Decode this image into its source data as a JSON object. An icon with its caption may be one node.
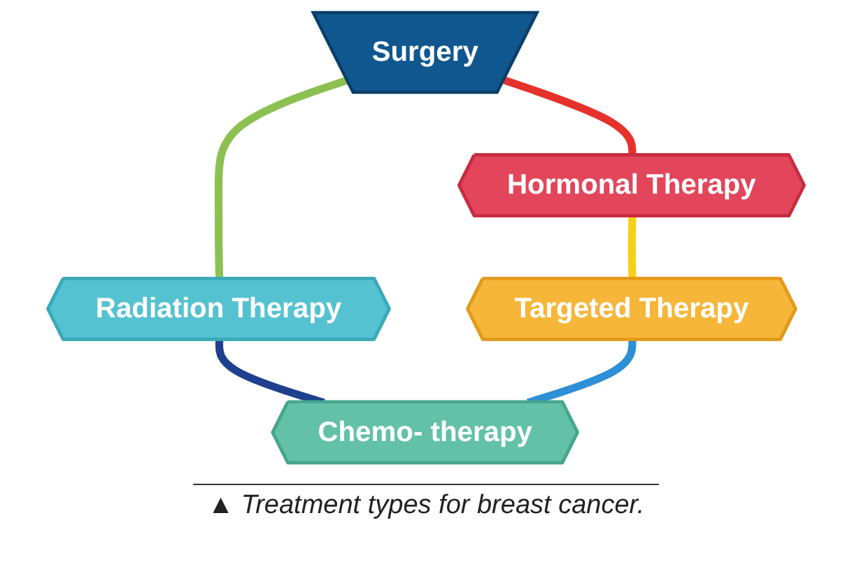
{
  "diagram": {
    "caption": "▲ Treatment types for breast cancer.",
    "nodes": [
      {
        "text": [
          "Surgery"
        ]
      },
      {
        "text": [
          "Radiation Therapy"
        ]
      },
      {
        "text": [
          "Chemo- therapy"
        ]
      },
      {
        "text": [
          "Targeted Therapy"
        ]
      },
      {
        "text": [
          "Hormonal Therapy"
        ]
      }
    ],
    "edges": [
      {
        "from": 0,
        "to": 1,
        "arrow": "none",
        "color": "#8cc152"
      },
      {
        "from": 1,
        "to": 2,
        "arrow": "none",
        "color": "#1f3f8f"
      },
      {
        "from": 3,
        "to": 2,
        "arrow": "none",
        "color": "#2d8fd5"
      },
      {
        "from": 4,
        "to": 3,
        "arrow": "none",
        "color": "#f5cf1a"
      },
      {
        "from": 0,
        "to": 4,
        "arrow": "none",
        "color": "#e5322b"
      }
    ]
  }
}
